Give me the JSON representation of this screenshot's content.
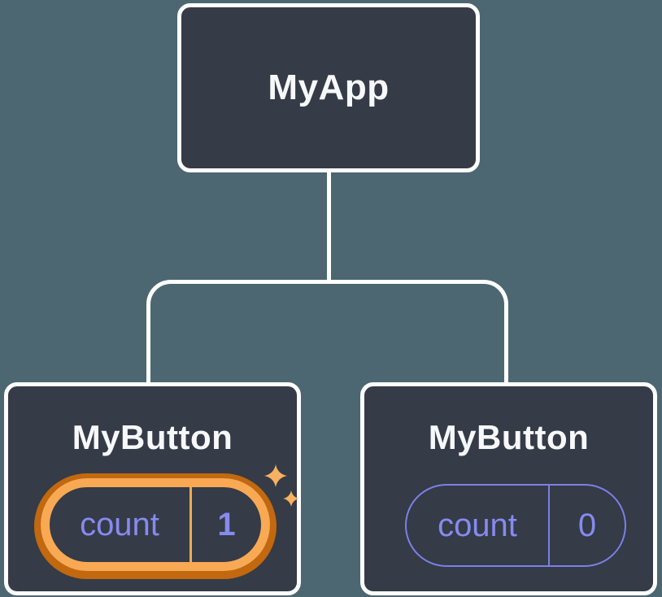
{
  "diagram": {
    "description": "React component tree showing independent state",
    "root": {
      "label": "MyApp"
    },
    "children": [
      {
        "label": "MyButton",
        "state": {
          "key": "count",
          "value": "1"
        },
        "highlighted": true
      },
      {
        "label": "MyButton",
        "state": {
          "key": "count",
          "value": "0"
        },
        "highlighted": false
      }
    ]
  },
  "icons": {
    "sparkles": "sparkles-icon"
  },
  "colors": {
    "bg": "#4C6771",
    "node_fill": "#353B47",
    "node_border": "#FFFFFF",
    "purple": "#868BEF",
    "purple_border": "#7C80E6",
    "orange_light": "#F9A953",
    "orange_dark": "#C2680F",
    "sparkle": "#F7B160"
  }
}
